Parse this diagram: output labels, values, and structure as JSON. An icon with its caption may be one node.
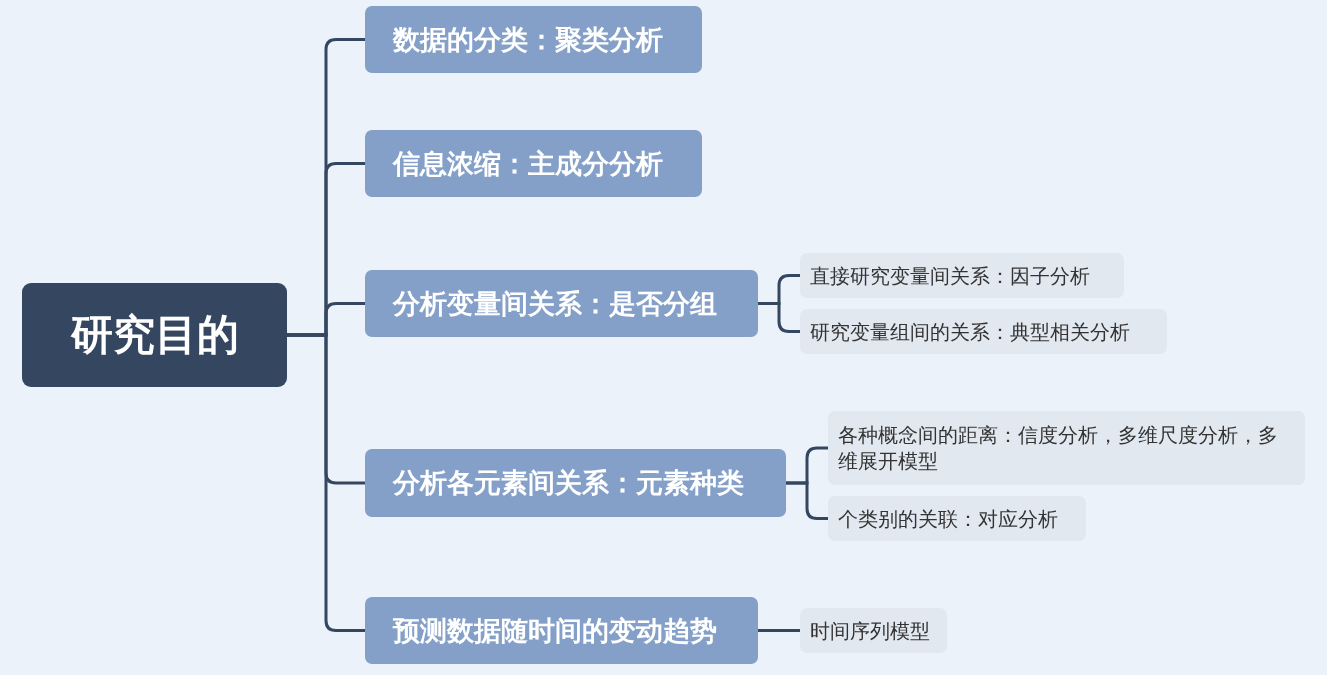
{
  "diagram": {
    "nodes": [
      {
        "text": [
          "研究目的"
        ]
      },
      {
        "text": [
          "数据的分类：聚类分析"
        ]
      },
      {
        "text": [
          "信息浓缩：主成分分析"
        ]
      },
      {
        "text": [
          "分析变量间关系：是否分组"
        ]
      },
      {
        "text": [
          "直接研究变量间关系：因子分析"
        ]
      },
      {
        "text": [
          "研究变量组间的关系：典型相关分析"
        ]
      },
      {
        "text": [
          "分析各元素间关系：元素种类"
        ]
      },
      {
        "text": [
          "各种概念间的距离：信度分析，多维尺度分析，多维展开模型"
        ]
      },
      {
        "text": [
          "个类别的关联：对应分析"
        ]
      },
      {
        "text": [
          "预测数据随时间的变动趋势"
        ]
      },
      {
        "text": [
          "时间序列模型"
        ]
      }
    ],
    "edges": [
      {
        "from": 0,
        "to": 1,
        "arrow": "none"
      },
      {
        "from": 0,
        "to": 2,
        "arrow": "none"
      },
      {
        "from": 0,
        "to": 3,
        "arrow": "none"
      },
      {
        "from": 0,
        "to": 6,
        "arrow": "none"
      },
      {
        "from": 0,
        "to": 9,
        "arrow": "none"
      },
      {
        "from": 3,
        "to": 4,
        "arrow": "none"
      },
      {
        "from": 3,
        "to": 5,
        "arrow": "none"
      },
      {
        "from": 6,
        "to": 7,
        "arrow": "none"
      },
      {
        "from": 6,
        "to": 8,
        "arrow": "none"
      },
      {
        "from": 9,
        "to": 10,
        "arrow": "none"
      }
    ]
  }
}
